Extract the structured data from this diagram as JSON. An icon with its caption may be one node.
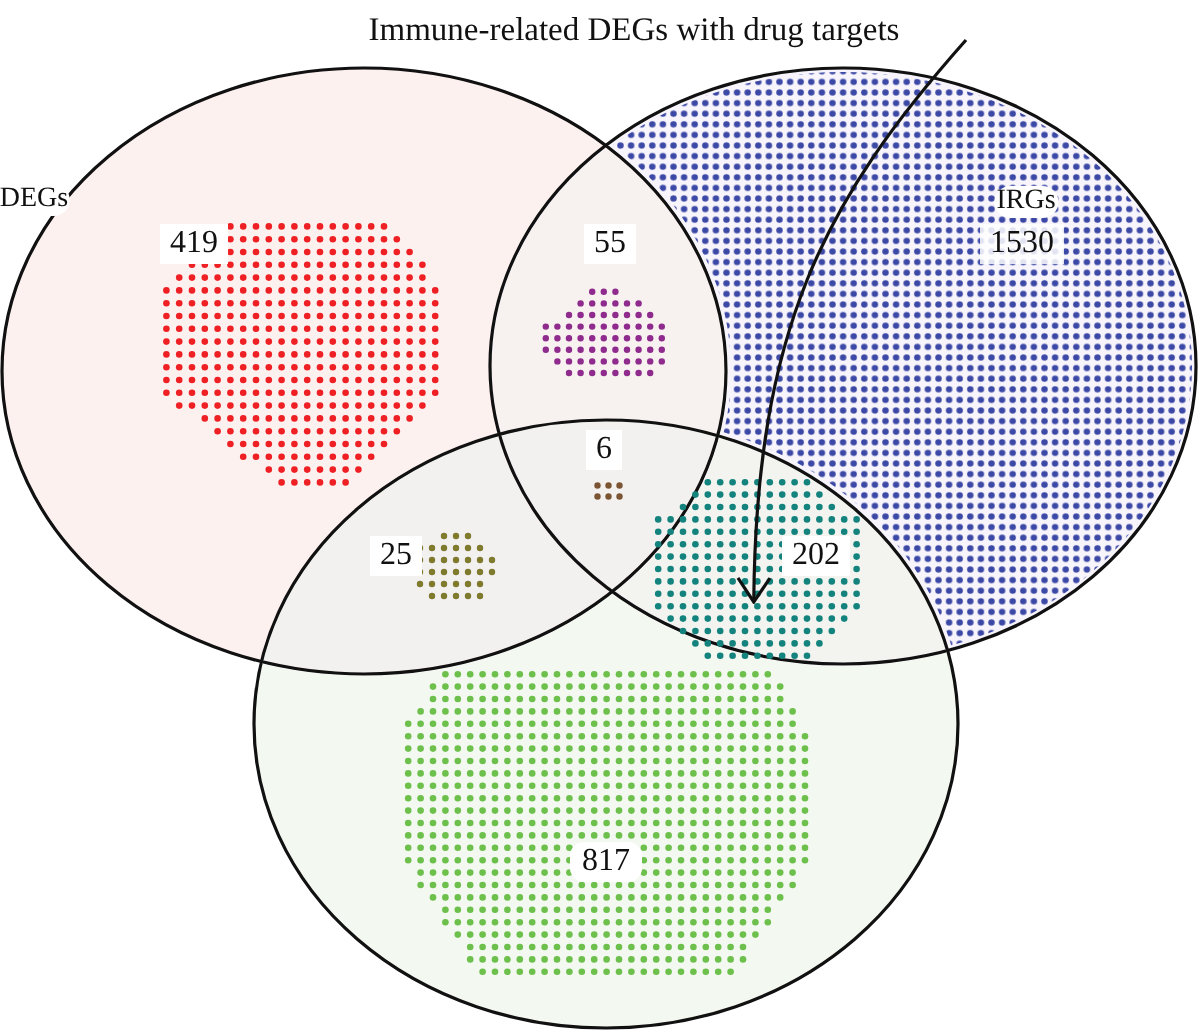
{
  "diagram": {
    "title": "Immune-related DEGs with drug targets",
    "nodes": [
      {
        "text": [
          "DEGs"
        ]
      },
      {
        "text": [
          "IRGs",
          "1530"
        ]
      },
      {
        "text": [],
        "shape": "ellipse"
      },
      {
        "text": [
          "419"
        ],
        "in": 0
      },
      {
        "text": [
          "55"
        ]
      },
      {
        "text": [
          "6"
        ]
      },
      {
        "text": [
          "25"
        ]
      },
      {
        "text": [
          "202"
        ]
      },
      {
        "text": [
          "817"
        ],
        "in": 2
      }
    ],
    "edges": [
      {
        "from": null,
        "to": 7,
        "arrow": "to"
      }
    ]
  }
}
